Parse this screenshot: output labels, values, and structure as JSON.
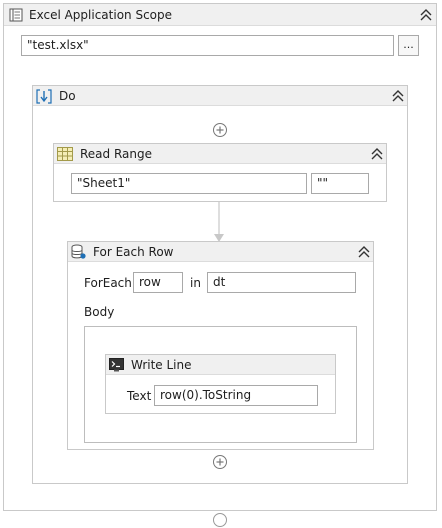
{
  "excel_scope": {
    "title": "Excel Application Scope",
    "file_path": "\"test.xlsx\"",
    "browse_label": "..."
  },
  "do_sequence": {
    "title": "Do"
  },
  "read_range": {
    "title": "Read Range",
    "sheet": "\"Sheet1\"",
    "range": "\"\""
  },
  "for_each_row": {
    "title": "For Each Row",
    "foreach_label": "ForEach",
    "item_var": "row",
    "in_label": "in",
    "collection": "dt",
    "body_label": "Body"
  },
  "write_line": {
    "title": "Write Line",
    "text_label": "Text",
    "text_value": "row(0).ToString"
  },
  "icons": {
    "excel_scope": "excel-scope-icon",
    "sequence": "sequence-icon",
    "read_range": "read-range-icon",
    "for_each_row": "for-each-row-icon",
    "write_line": "write-line-icon",
    "collapse": "double-chevron-up-icon",
    "add": "plus-circle-icon"
  },
  "colors": {
    "header_bg": "#f0f0f0",
    "border": "#c9c9c9",
    "connector": "#c8c8c8",
    "icon_blue": "#1f6fb5"
  }
}
